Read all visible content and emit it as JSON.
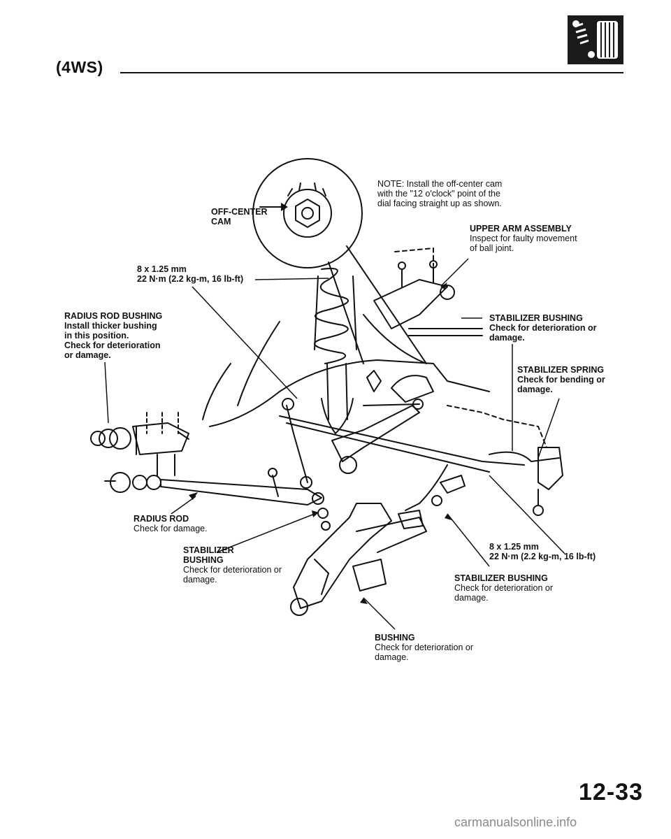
{
  "header": {
    "title": "(4WS)"
  },
  "icons": {
    "badge": "shock-absorber-icon"
  },
  "callouts": {
    "off_center_cam": "OFF-CENTER\nCAM",
    "note": "NOTE: Install the off-center cam\nwith the \"12 o'clock\" point of the\ndial facing straight up as shown.",
    "upper_arm": {
      "title": "UPPER ARM ASSEMBLY",
      "desc": "Inspect for faulty movement\nof ball joint."
    },
    "bolt_upper": {
      "size": "8 x 1.25 mm",
      "torque": "22 N·m (2.2 kg-m, 16 lb-ft)"
    },
    "radius_rod_bushing": {
      "title": "RADIUS ROD BUSHING",
      "desc": "Install thicker bushing\nin this position.\nCheck for deterioration\nor damage."
    },
    "stabilizer_bushing_upper": {
      "title": "STABILIZER BUSHING",
      "desc": "Check for deterioration or\ndamage."
    },
    "stabilizer_spring": {
      "title": "STABILIZER SPRING",
      "desc": "Check for bending or\ndamage."
    },
    "radius_rod": {
      "title": "RADIUS ROD",
      "desc": "Check for damage."
    },
    "stabilizer_bushing_left": {
      "title": "STABILIZER\nBUSHING",
      "desc": "Check for deterioration or\ndamage."
    },
    "bolt_lower": {
      "size": "8 x 1.25 mm",
      "torque": "22 N·m (2.2 kg-m, 16 lb-ft)"
    },
    "stabilizer_bushing_right": {
      "title": "STABILIZER BUSHING",
      "desc": "Check for deterioration or\ndamage."
    },
    "bushing": {
      "title": "BUSHING",
      "desc": "Check for deterioration or\ndamage."
    }
  },
  "page_number": "12-33",
  "watermark": "carmanualsonline.info"
}
